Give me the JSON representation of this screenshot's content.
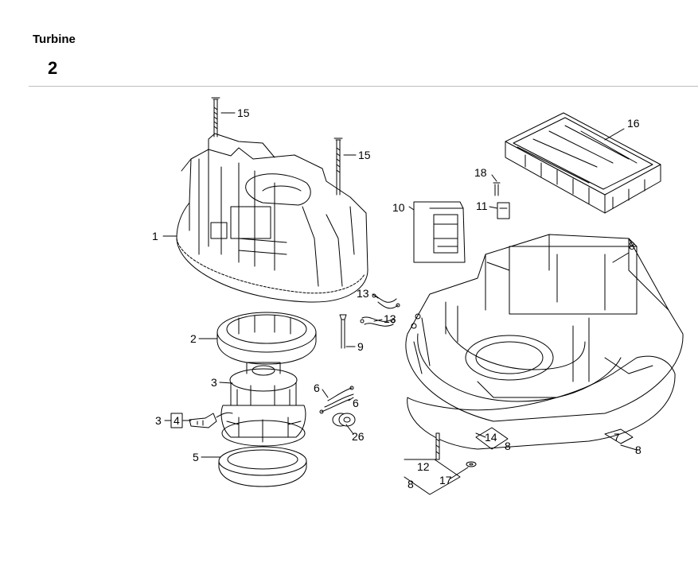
{
  "header": {
    "title": "Turbine",
    "figure_number": "2"
  },
  "callouts": [
    {
      "text": "15"
    },
    {
      "text": "15"
    },
    {
      "text": "1"
    },
    {
      "text": "16"
    },
    {
      "text": "18"
    },
    {
      "text": "10"
    },
    {
      "text": "11"
    },
    {
      "text": "8"
    },
    {
      "text": "13"
    },
    {
      "text": "13"
    },
    {
      "text": "2"
    },
    {
      "text": "9"
    },
    {
      "text": "3"
    },
    {
      "text": "6"
    },
    {
      "text": "6"
    },
    {
      "text": "3"
    },
    {
      "text": "4"
    },
    {
      "text": "26"
    },
    {
      "text": "5"
    },
    {
      "text": "14"
    },
    {
      "text": "8"
    },
    {
      "text": "7"
    },
    {
      "text": "8"
    },
    {
      "text": "12"
    },
    {
      "text": "8"
    },
    {
      "text": "17"
    }
  ]
}
